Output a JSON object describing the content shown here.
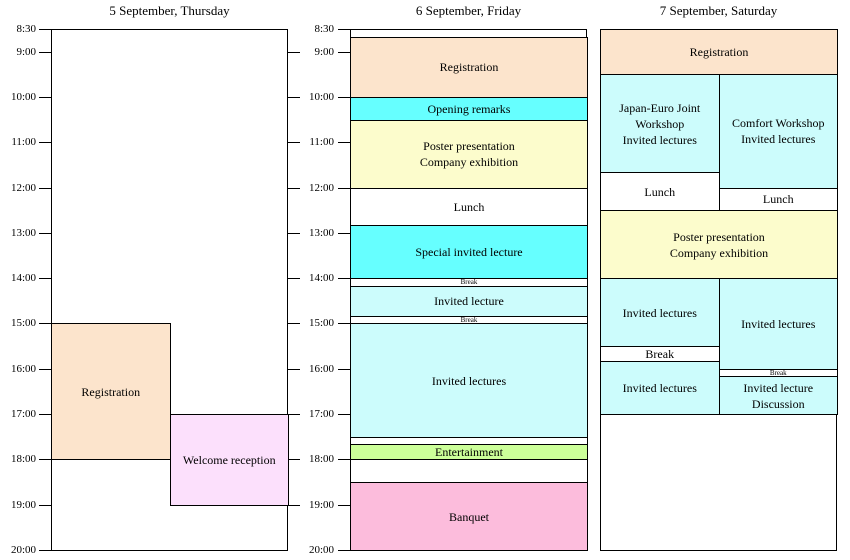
{
  "times": [
    "8:30",
    "9:00",
    "10:00",
    "11:00",
    "12:00",
    "13:00",
    "14:00",
    "15:00",
    "16:00",
    "17:00",
    "18:00",
    "19:00",
    "20:00"
  ],
  "days": [
    {
      "title": "5 September, Thursday",
      "blocks": [
        {
          "label": "Registration",
          "start": 15,
          "end": 18,
          "lane": 0,
          "lanes": 2,
          "color": "#fce4cc"
        },
        {
          "label": "Welcome reception",
          "start": 17,
          "end": 19,
          "lane": 1,
          "lanes": 2,
          "color": "#fce0fc"
        }
      ]
    },
    {
      "title": "6 September, Friday",
      "blocks": [
        {
          "label": "Registration",
          "start": 8.667,
          "end": 10,
          "color": "#fce4cc"
        },
        {
          "label": "Opening remarks",
          "start": 10,
          "end": 10.5,
          "color": "#66ffff"
        },
        {
          "label": "Poster presentation\nCompany exhibition",
          "start": 10.5,
          "end": 12,
          "color": "#fcfccc"
        },
        {
          "label": "Lunch",
          "start": 12,
          "end": 12.833,
          "color": "#ffffff"
        },
        {
          "label": "Special invited lecture",
          "start": 12.833,
          "end": 14,
          "color": "#66ffff"
        },
        {
          "label": "Break",
          "start": 14,
          "end": 14.167,
          "color": "#ffffff",
          "small": true
        },
        {
          "label": "Invited lecture",
          "start": 14.167,
          "end": 14.833,
          "color": "#ccfcfc"
        },
        {
          "label": "Break",
          "start": 14.833,
          "end": 15,
          "color": "#ffffff",
          "small": true
        },
        {
          "label": "Invited lectures",
          "start": 15,
          "end": 17.5,
          "color": "#ccfcfc"
        },
        {
          "label": "",
          "start": 17.5,
          "end": 17.667,
          "color": "#ffffff"
        },
        {
          "label": "Entertainment",
          "start": 17.667,
          "end": 18,
          "color": "#ccff99"
        },
        {
          "label": "",
          "start": 18,
          "end": 18.5,
          "color": "#ffffff"
        },
        {
          "label": "Banquet",
          "start": 18.5,
          "end": 20,
          "color": "#fcbcdc"
        }
      ]
    },
    {
      "title": "7 September, Saturday",
      "blocks": [
        {
          "label": "Registration",
          "start": 8.5,
          "end": 9.5,
          "color": "#fce4cc"
        },
        {
          "label": "Japan-Euro Joint\nWorkshop\nInvited lectures",
          "start": 9.5,
          "end": 11.667,
          "lane": 0,
          "lanes": 2,
          "color": "#ccfcfc"
        },
        {
          "label": "Comfort Workshop\nInvited lectures",
          "start": 9.5,
          "end": 12,
          "lane": 1,
          "lanes": 2,
          "color": "#ccfcfc"
        },
        {
          "label": "Lunch",
          "start": 11.667,
          "end": 12.5,
          "lane": 0,
          "lanes": 2,
          "color": "#ffffff"
        },
        {
          "label": "Lunch",
          "start": 12,
          "end": 12.5,
          "lane": 1,
          "lanes": 2,
          "color": "#ffffff"
        },
        {
          "label": "Poster presentation\nCompany exhibition",
          "start": 12.5,
          "end": 14,
          "color": "#fcfccc"
        },
        {
          "label": "Invited lectures",
          "start": 14,
          "end": 15.5,
          "lane": 0,
          "lanes": 2,
          "color": "#ccfcfc"
        },
        {
          "label": "Break",
          "start": 15.5,
          "end": 15.833,
          "lane": 0,
          "lanes": 2,
          "color": "#ffffff"
        },
        {
          "label": "Invited lectures",
          "start": 15.833,
          "end": 17,
          "lane": 0,
          "lanes": 2,
          "color": "#ccfcfc"
        },
        {
          "label": "Invited lectures",
          "start": 14,
          "end": 16,
          "lane": 1,
          "lanes": 2,
          "color": "#ccfcfc"
        },
        {
          "label": "Break",
          "start": 16,
          "end": 16.167,
          "lane": 1,
          "lanes": 2,
          "color": "#ffffff",
          "small": true
        },
        {
          "label": "Invited lecture\nDiscussion",
          "start": 16.167,
          "end": 17,
          "lane": 1,
          "lanes": 2,
          "color": "#ccfcfc"
        }
      ]
    }
  ]
}
